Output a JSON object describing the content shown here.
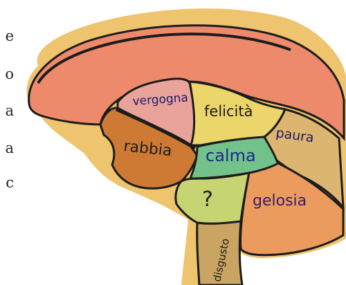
{
  "side_text": [
    "e",
    "o",
    "a",
    "a",
    "c"
  ],
  "regions": {
    "vergogna": "vergogna",
    "felicita": "felicità",
    "paura": "paura",
    "rabbia": "rabbia",
    "calma": "calma",
    "question": "?",
    "gelosia": "gelosia",
    "disgusto": "disgusto"
  },
  "colors": {
    "paper": "#eec46e",
    "cortex": "#ee8a6c",
    "vergogna": "#e9a39a",
    "felicita": "#ecd56a",
    "paura": "#dcb571",
    "rabbia": "#cf7a34",
    "calma": "#74c28b",
    "question": "#c6d472",
    "gelosia": "#eb9b5e",
    "disgusto": "#c9a462",
    "ink": "#1c1c1c"
  }
}
